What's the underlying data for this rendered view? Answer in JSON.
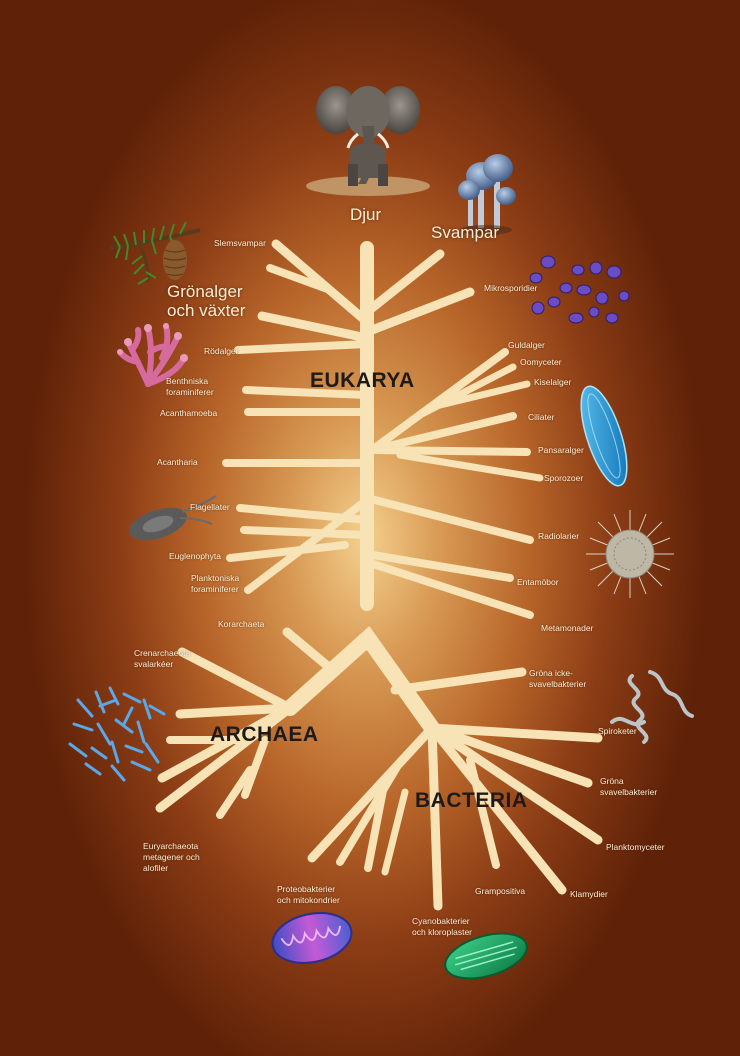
{
  "domains": {
    "eukarya": "EUKARYA",
    "archaea": "ARCHAEA",
    "bacteria": "BACTERIA"
  },
  "groups": {
    "djur": "Djur",
    "svampar": "Svampar",
    "gronalger": "Grönalger\noch växter"
  },
  "eukarya_branches": {
    "slemsvampar": "Slemsvampar",
    "mikrosporidier": "Mikrosporidier",
    "rodalger": "Rödalger",
    "guldalger": "Guldalger",
    "oomyceter": "Oomyceter",
    "kiselalger": "Kiselalger",
    "benthniska": "Benthniska\nforaminiferer",
    "acanthamoeba": "Acanthamoeba",
    "ciliater": "Ciliater",
    "pansaralger": "Pansaralger",
    "acantharia": "Acantharia",
    "sporozoer": "Sporozoer",
    "flagellater": "Flagellater",
    "radiolarier": "Radiolarier",
    "euglenophyta": "Euglenophyta",
    "planktoniska": "Planktoniska\nforaminiferer",
    "entamobor": "Entamöbor",
    "metamonader": "Metamonader"
  },
  "archaea_branches": {
    "korarchaeta": "Korarchaeta",
    "crenarchaeota": "Crenarchaeota\nsvalarkéer",
    "euryarchaeota": "Euryarchaeota\nmetagener och\nalofiler"
  },
  "bacteria_branches": {
    "grona_icke": "Gröna icke-\nsvavelbakterier",
    "spiroketer": "Spiroketer",
    "grona_svavel": "Gröna\nsvavelbakterier",
    "planktomyceter": "Planktomyceter",
    "proteobakterier": "Proteobakterier\noch mitokondrier",
    "grampositiva": "Grampositiva",
    "klamydier": "Klamydier",
    "cyanobakterier": "Cyanobakterier\noch kloroplaster"
  },
  "colors": {
    "branch": "#f7e3b5",
    "domain_text": "#1e1a17",
    "label_text": "#fbeed4"
  },
  "images": [
    "elephant",
    "mushrooms",
    "pine-branch",
    "red-algae",
    "microsporidia",
    "diatom",
    "flagellate",
    "radiolarian",
    "archaea-rods",
    "spirochete",
    "mitochondrion",
    "chloroplast"
  ]
}
